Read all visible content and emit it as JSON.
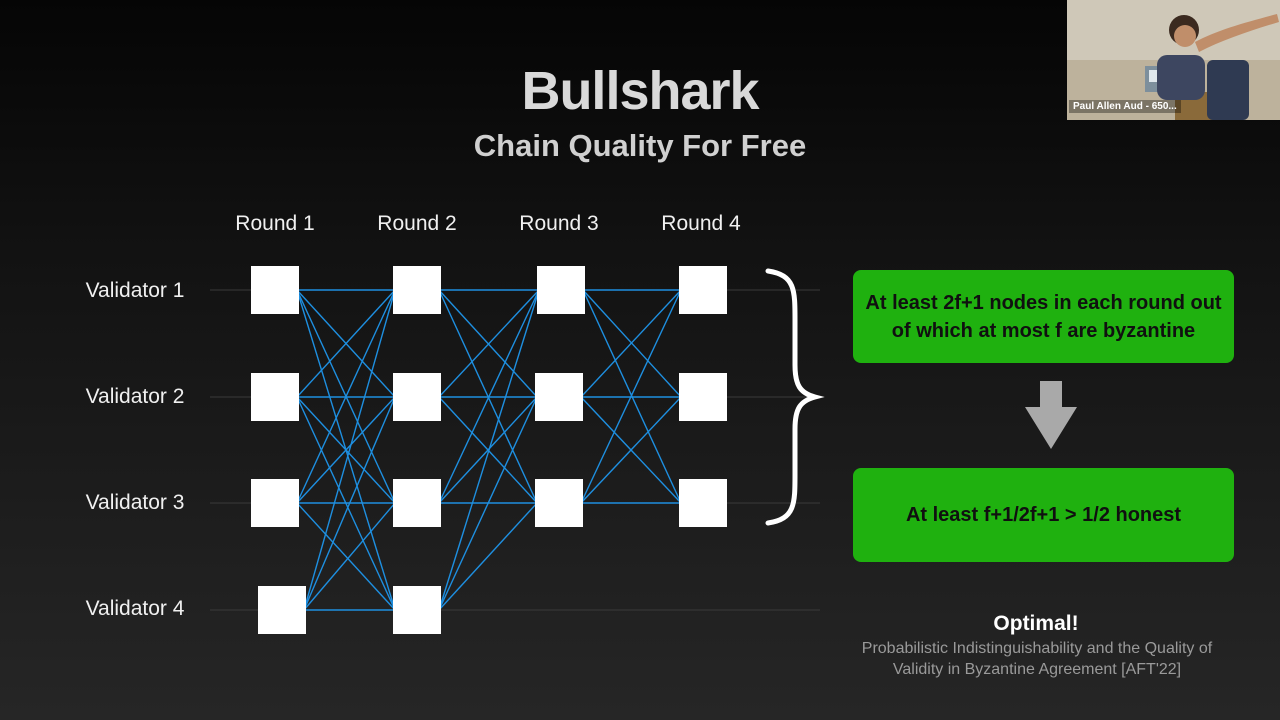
{
  "slide": {
    "title": "Bullshark",
    "subtitle": "Chain Quality For Free",
    "rounds": [
      "Round 1",
      "Round 2",
      "Round 3",
      "Round 4"
    ],
    "validators": [
      "Validator 1",
      "Validator 2",
      "Validator 3",
      "Validator 4"
    ],
    "box_top": "At least 2f+1 nodes in each round out of which at most f are byzantine",
    "box_bottom": "At least f+1/2f+1 > 1/2 honest",
    "optimal": "Optimal!",
    "reference": "Probabilistic Indistinguishability and the Quality of Validity in Byzantine Agreement [AFT'22]",
    "colors": {
      "edge": "#1e8fe0",
      "node": "#ffffff",
      "green": "#1fb10f",
      "arrow": "#a9a9a9"
    }
  },
  "webcam": {
    "participant_name": "Paul Allen Aud - 650..."
  }
}
